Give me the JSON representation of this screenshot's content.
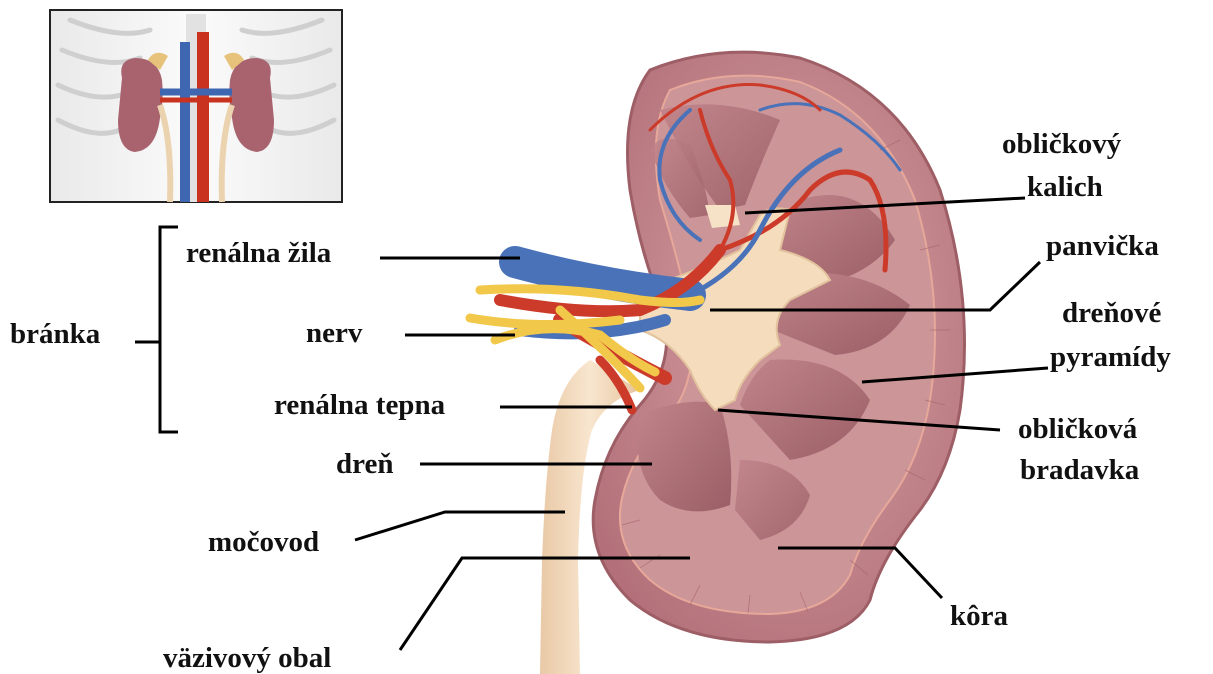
{
  "labels": {
    "branka": "bránka",
    "renalna_zila": "renálna žila",
    "nerv": "nerv",
    "renalna_tepna": "renálna tepna",
    "dren": "dreň",
    "mocovod": "močovod",
    "vazivovy_obal": "väzivový obal",
    "oblickovy_kalich_line1": "obličkový",
    "oblickovy_kalich_line2": "kalich",
    "panvicka": "panvička",
    "drenove_pyramidy_line1": "dreňové",
    "drenove_pyramidy_line2": "pyramídy",
    "oblickova_bradavka_line1": "obličková",
    "oblickova_bradavka_line2": "bradavka",
    "kora": "kôra"
  },
  "colors": {
    "kidney_capsule": "#b9727a",
    "kidney_cortex": "#c98f93",
    "kidney_medulla": "#a9676f",
    "pelvis": "#f4dcbd",
    "vein": "#4a72b8",
    "artery": "#cc3b2a",
    "nerve": "#f2c84a",
    "ureter": "#f1d7b8",
    "leader_line": "#000000"
  },
  "icons": {
    "inset": "torso-kidneys-locator"
  }
}
